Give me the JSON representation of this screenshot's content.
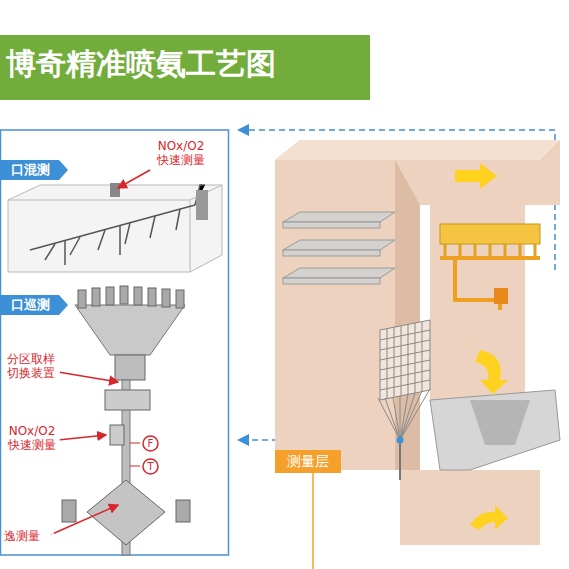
{
  "diagram": {
    "title": "博奇精准喷氨工艺图",
    "nodes": [
      {
        "text": [
          "口混测"
        ]
      },
      {
        "text": [
          "口巡测"
        ]
      },
      {
        "text": [
          "F"
        ]
      },
      {
        "text": [
          "T"
        ]
      },
      {
        "text": [
          "测量层"
        ]
      }
    ],
    "labels": [
      "NOx/O2 快速测量",
      "分区取样 切换装置",
      "NOx/O2 快速测量",
      "逸测量"
    ]
  }
}
